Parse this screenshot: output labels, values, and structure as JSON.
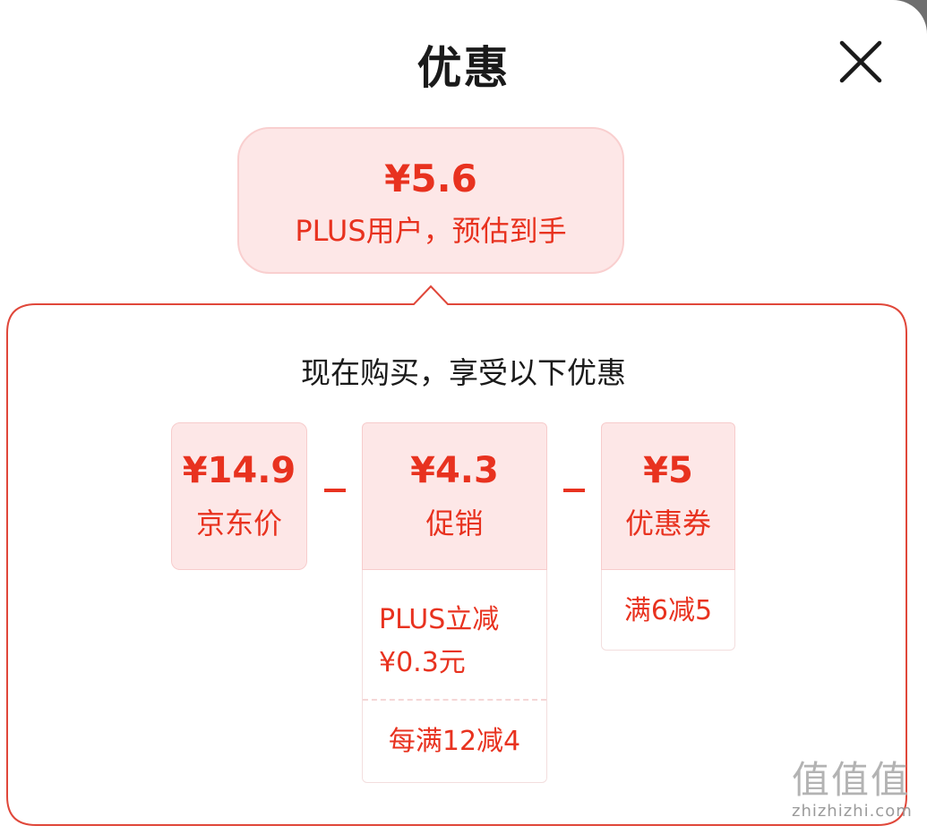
{
  "sheet": {
    "title": "优惠",
    "close_icon": "close-icon"
  },
  "estimate": {
    "price": "¥5.6",
    "label": "PLUS用户，预估到手"
  },
  "breakdown": {
    "subtitle": "现在购买，享受以下优惠",
    "jd_price": {
      "amount": "¥14.9",
      "label": "京东价"
    },
    "promotion": {
      "amount": "¥4.3",
      "label": "促销",
      "details": [
        "PLUS立减\n¥0.3元",
        "每满12减4"
      ]
    },
    "coupon": {
      "amount": "¥5",
      "label": "优惠券",
      "details": [
        "满6减5"
      ]
    }
  },
  "watermark": {
    "mark": "值值值",
    "text": "zhizhizhi.com"
  },
  "colors": {
    "accent": "#e8321f",
    "card_bg": "#fde7e7",
    "panel_border": "#e0473a"
  }
}
